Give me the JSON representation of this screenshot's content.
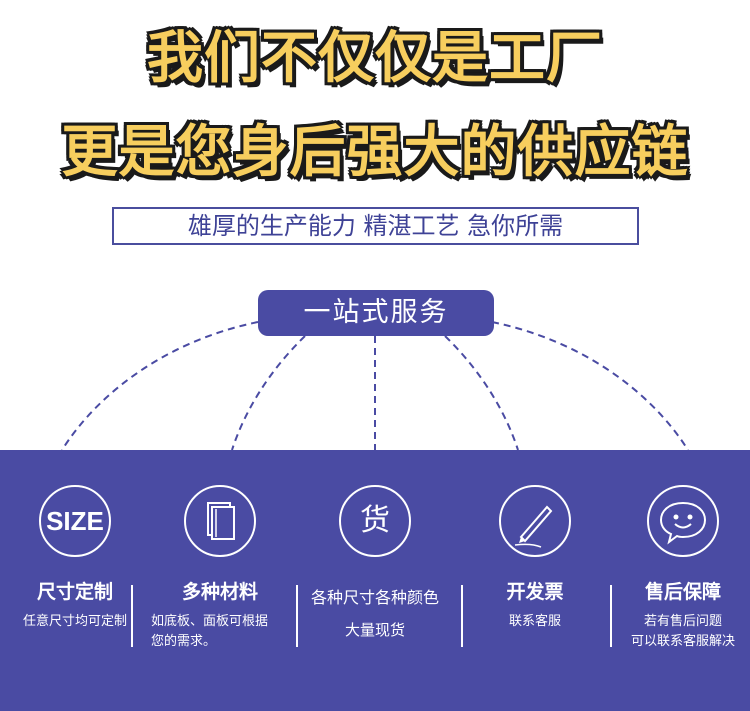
{
  "headline": {
    "line1": "我们不仅仅是工厂",
    "line2": "更是您身后强大的供应链"
  },
  "tagline": "雄厚的生产能力 精湛工艺 急你所需",
  "service_pill": "一站式服务",
  "colors": {
    "band": "#4a4ba3",
    "headline_fill": "#f7ce5e",
    "headline_outline": "#1a1a1a",
    "accent": "#3e4296"
  },
  "features": [
    {
      "icon": "size-icon",
      "icon_text": "SIZE",
      "title": "尺寸定制",
      "desc": [
        "任意尺寸均可定制"
      ]
    },
    {
      "icon": "document-stack-icon",
      "title": "多种材料",
      "desc": [
        "如底板、面板可根据",
        "您的需求。"
      ]
    },
    {
      "icon": "goods-icon",
      "icon_text": "货",
      "desc": [
        "各种尺寸各种颜色",
        "大量现货"
      ]
    },
    {
      "icon": "pen-icon",
      "title": "开发票",
      "desc": [
        "联系客服"
      ]
    },
    {
      "icon": "chat-smile-icon",
      "title": "售后保障",
      "desc": [
        "若有售后问题",
        "可以联系客服解决"
      ]
    }
  ]
}
